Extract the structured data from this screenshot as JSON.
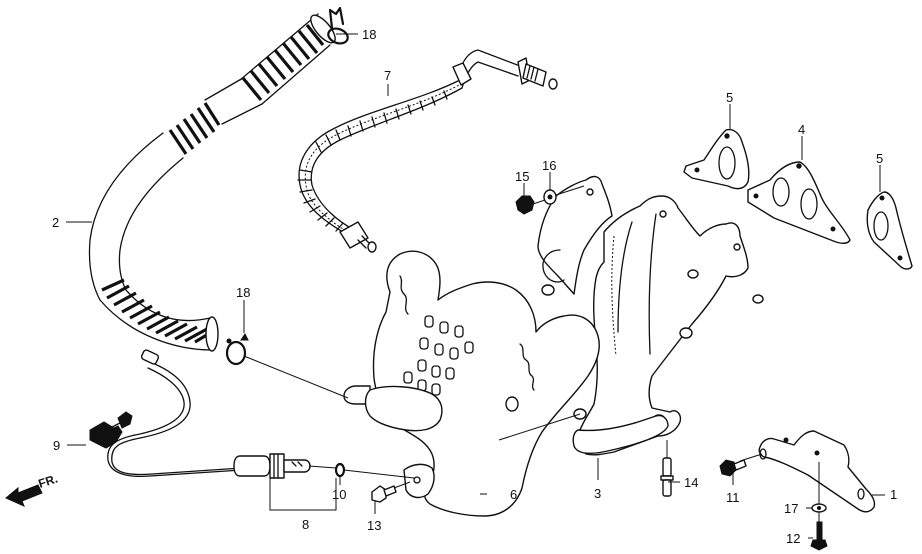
{
  "diagram": {
    "title": "Exhaust Manifold Parts Diagram",
    "front_indicator": "FR.",
    "callouts": [
      {
        "id": "1",
        "label": "1"
      },
      {
        "id": "2",
        "label": "2"
      },
      {
        "id": "3",
        "label": "3"
      },
      {
        "id": "4",
        "label": "4"
      },
      {
        "id": "5a",
        "label": "5"
      },
      {
        "id": "5b",
        "label": "5"
      },
      {
        "id": "6",
        "label": "6"
      },
      {
        "id": "7",
        "label": "7"
      },
      {
        "id": "8",
        "label": "8"
      },
      {
        "id": "9",
        "label": "9"
      },
      {
        "id": "10",
        "label": "10"
      },
      {
        "id": "11",
        "label": "11"
      },
      {
        "id": "12",
        "label": "12"
      },
      {
        "id": "13",
        "label": "13"
      },
      {
        "id": "14",
        "label": "14"
      },
      {
        "id": "15",
        "label": "15"
      },
      {
        "id": "16",
        "label": "16"
      },
      {
        "id": "17",
        "label": "17"
      },
      {
        "id": "18a",
        "label": "18"
      },
      {
        "id": "18b",
        "label": "18"
      }
    ]
  }
}
